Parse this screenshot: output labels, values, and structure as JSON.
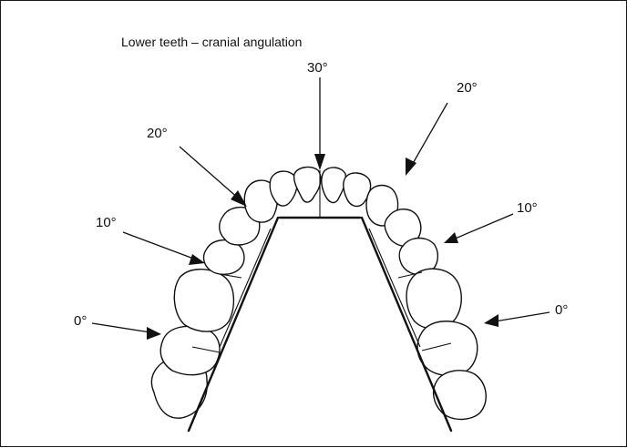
{
  "title": "Lower teeth – cranial angulation",
  "angles": {
    "center": "30°",
    "left_20": "20°",
    "right_20": "20°",
    "left_10": "10°",
    "right_10": "10°",
    "left_0": "0°",
    "right_0": "0°"
  }
}
